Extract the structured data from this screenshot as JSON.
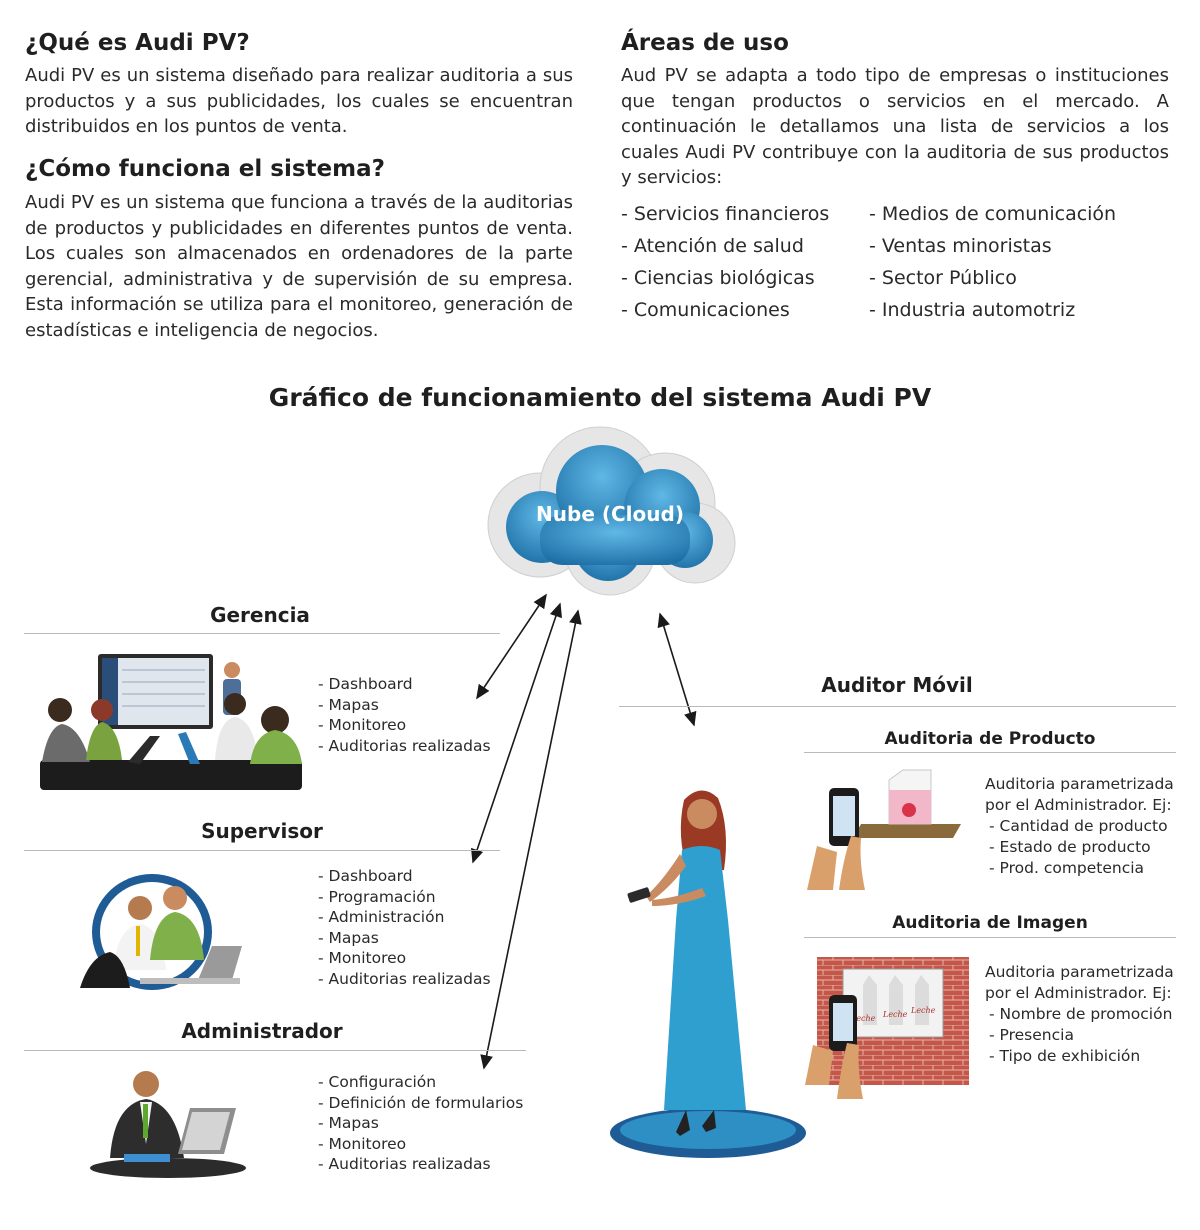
{
  "intro": {
    "what_title": "¿Qué es Audi PV?",
    "what_text": "Audi PV es un sistema diseñado para realizar auditoria a sus productos y a sus publicidades, los cuales se encuentran distribuidos en los puntos de venta.",
    "how_title": "¿Cómo funciona el sistema?",
    "how_text": "Audi PV es un sistema que funciona a través de la auditorias de productos y publicidades en diferentes puntos de venta. Los cuales son almacenados en ordenadores de la parte gerencial, administrativa y de supervisión de su empresa. Esta información se utiliza para el monitoreo, generación de estadísticas e inteligencia de negocios.",
    "areas_title": "Áreas de uso",
    "areas_text": "Aud PV se adapta a todo tipo de empresas o instituciones que tengan productos o servicios en el mercado. A continuación le detallamos una lista de servicios a los cuales Audi PV contribuye con la auditoria de sus productos y servicios:",
    "areas_col1": [
      "Servicios financieros",
      "Atención de salud",
      "Ciencias biológicas",
      "Comunicaciones"
    ],
    "areas_col2": [
      "Medios de comunicación",
      "Ventas minoristas",
      "Sector Público",
      "Industria automotriz"
    ]
  },
  "diagram": {
    "title": "Gráfico de funcionamiento del sistema Audi PV",
    "cloud_label": "Nube (Cloud)",
    "cloud_color": "#2e8fc4",
    "roles": [
      {
        "name": "Gerencia",
        "features": [
          "Dashboard",
          "Mapas",
          "Monitoreo",
          "Auditorias realizadas"
        ]
      },
      {
        "name": "Supervisor",
        "features": [
          "Dashboard",
          "Programación",
          "Administración",
          "Mapas",
          "Monitoreo",
          "Auditorias realizadas"
        ]
      },
      {
        "name": "Administrador",
        "features": [
          "Configuración",
          "Definición de formularios",
          "Mapas",
          "Monitoreo",
          "Auditorias realizadas"
        ]
      }
    ],
    "mobile": {
      "title": "Auditor Móvil",
      "product": {
        "title": "Auditoria de Producto",
        "desc": "Auditoria parametrizada por el Administrador. Ej:",
        "items": [
          "Cantidad de producto",
          "Estado de producto",
          "Prod. competencia"
        ]
      },
      "image": {
        "title": "Auditoria de Imagen",
        "desc": "Auditoria parametrizada por el Administrador. Ej:",
        "items": [
          "Nombre de promoción",
          "Presencia",
          "Tipo de exhibición"
        ],
        "poster_text": [
          "Leche",
          "Leche",
          "Leche"
        ]
      }
    }
  }
}
